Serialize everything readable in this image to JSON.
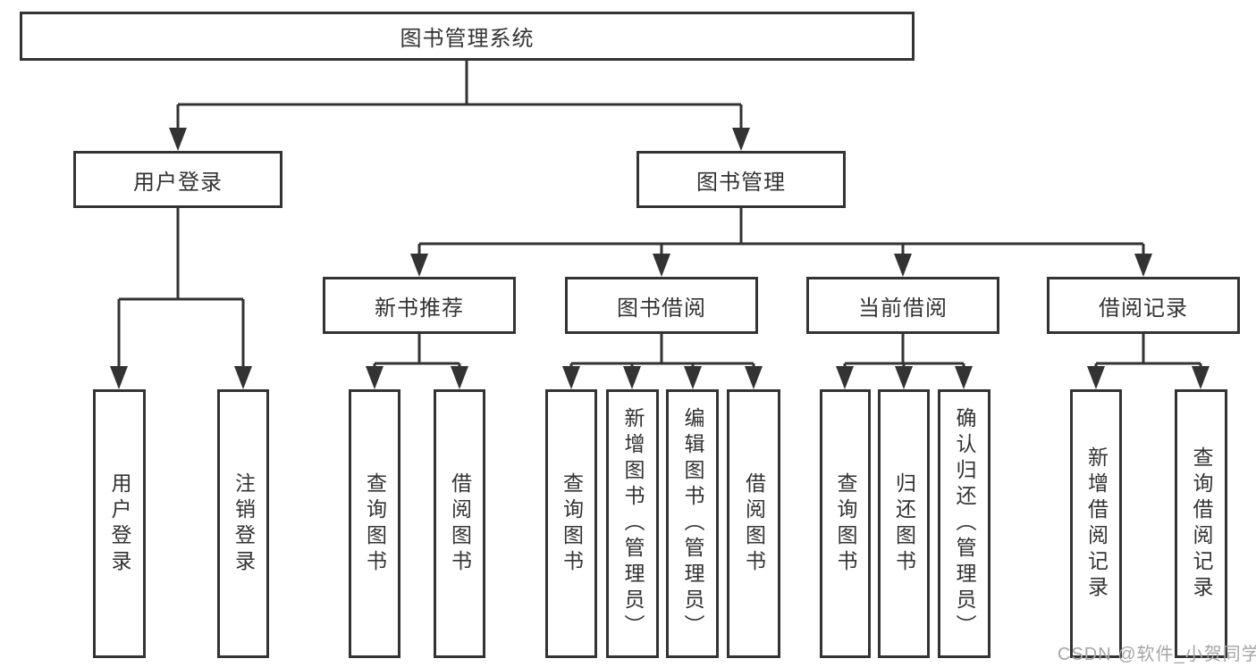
{
  "diagram": {
    "title": "图书管理系统",
    "root": {
      "label": "图书管理系统"
    },
    "level2": {
      "user_login": {
        "label": "用户登录"
      },
      "book_management": {
        "label": "图书管理"
      }
    },
    "level3": {
      "new_book_recommend": {
        "label": "新书推荐"
      },
      "book_borrow": {
        "label": "图书借阅"
      },
      "current_borrow": {
        "label": "当前借阅"
      },
      "borrow_records": {
        "label": "借阅记录"
      }
    },
    "leaves": {
      "user_login": [
        "用户登录",
        "注销登录"
      ],
      "new_book_recommend": [
        "查询图书",
        "借阅图书"
      ],
      "book_borrow": [
        "查询图书",
        "新增图书（管理员）",
        "编辑图书（管理员）",
        "借阅图书"
      ],
      "current_borrow": [
        "查询图书",
        "归还图书",
        "确认归还（管理员）"
      ],
      "borrow_records": [
        "新增借阅记录",
        "查询借阅记录"
      ]
    }
  },
  "colors": {
    "line": "#333333",
    "text": "#333333",
    "watermark_text": "#a6a6a6",
    "background": "#ffffff"
  },
  "watermark": {
    "label": "CSDN @软件_小贺同学"
  }
}
